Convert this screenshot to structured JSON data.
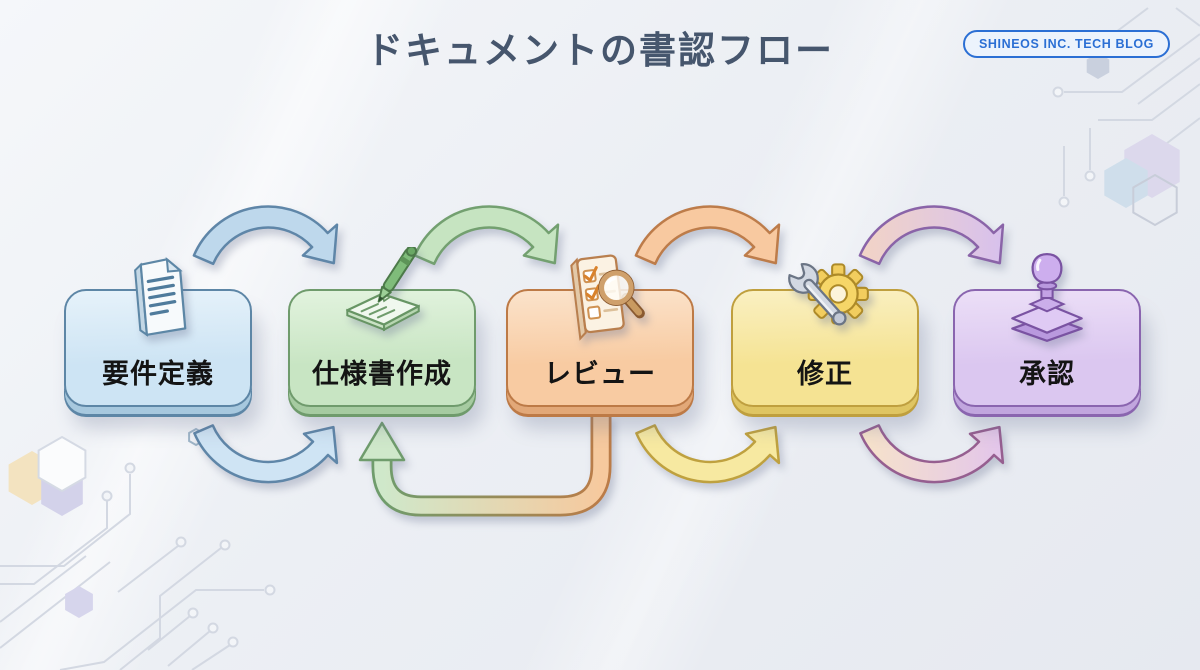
{
  "title": "ドキュメントの書認フロー",
  "title_color": "#46566d",
  "badge": {
    "label": "SHINEOS INC. TECH BLOG",
    "color": "#2b6fd4"
  },
  "steps": [
    {
      "label": "要件定義",
      "icon": "document-icon",
      "colors": {
        "fill": "#cde4f4",
        "fillLight": "#e6f2fa",
        "border": "#5d86a6",
        "side": "#a7c8de"
      }
    },
    {
      "label": "仕様書作成",
      "icon": "pen-paper-icon",
      "colors": {
        "fill": "#c8e5c3",
        "fillLight": "#e2f3de",
        "border": "#6f9b6c",
        "side": "#a6cba1"
      }
    },
    {
      "label": "レビュー",
      "icon": "checklist-magnifier-icon",
      "colors": {
        "fill": "#f8cba2",
        "fillLight": "#fbe3cb",
        "border": "#bd7a46",
        "side": "#e2a878"
      }
    },
    {
      "label": "修正",
      "icon": "wrench-gear-icon",
      "colors": {
        "fill": "#f5e393",
        "fillLight": "#faf0c2",
        "border": "#bf9f3e",
        "side": "#dfc562"
      }
    },
    {
      "label": "承認",
      "icon": "stamp-icon",
      "colors": {
        "fill": "#dbc7f0",
        "fillLight": "#ecdff7",
        "border": "#8a65af",
        "side": "#c1a6de"
      }
    }
  ],
  "arrows": {
    "forward_top": [
      {
        "from": "要件定義",
        "to": "仕様書作成",
        "fill": "#bed8ec",
        "stroke": "#5f86a8"
      },
      {
        "from": "仕様書作成",
        "to": "レビュー",
        "fill": "#c6e4c1",
        "stroke": "#73a070"
      },
      {
        "from": "レビュー",
        "to": "修正",
        "fill": "#f8c9a0",
        "stroke": "#bd7c4a"
      },
      {
        "from": "修正",
        "to": "承認",
        "fill_start": "#f1d3c8",
        "fill_end": "#d8c1ec",
        "stroke": "#8a64a8"
      }
    ],
    "forward_bottom": [
      {
        "from": "要件定義",
        "to": "仕様書作成",
        "fill": "#cfe4f4",
        "stroke": "#5f86a8"
      },
      {
        "from": "レビュー",
        "to": "修正",
        "fill": "#f7e9a1",
        "stroke": "#bfa13f"
      },
      {
        "from": "修正",
        "to": "承認",
        "fill_start": "#f6e2cb",
        "fill_end": "#e3c6ea",
        "stroke": "#965f90"
      }
    ],
    "loop_back": {
      "from": "レビュー",
      "to": "仕様書作成",
      "fill_start": "#cfe8ca",
      "fill_end": "#f6c99e",
      "stroke_start": "#6f9c6c",
      "stroke_end": "#bb7c48"
    }
  }
}
